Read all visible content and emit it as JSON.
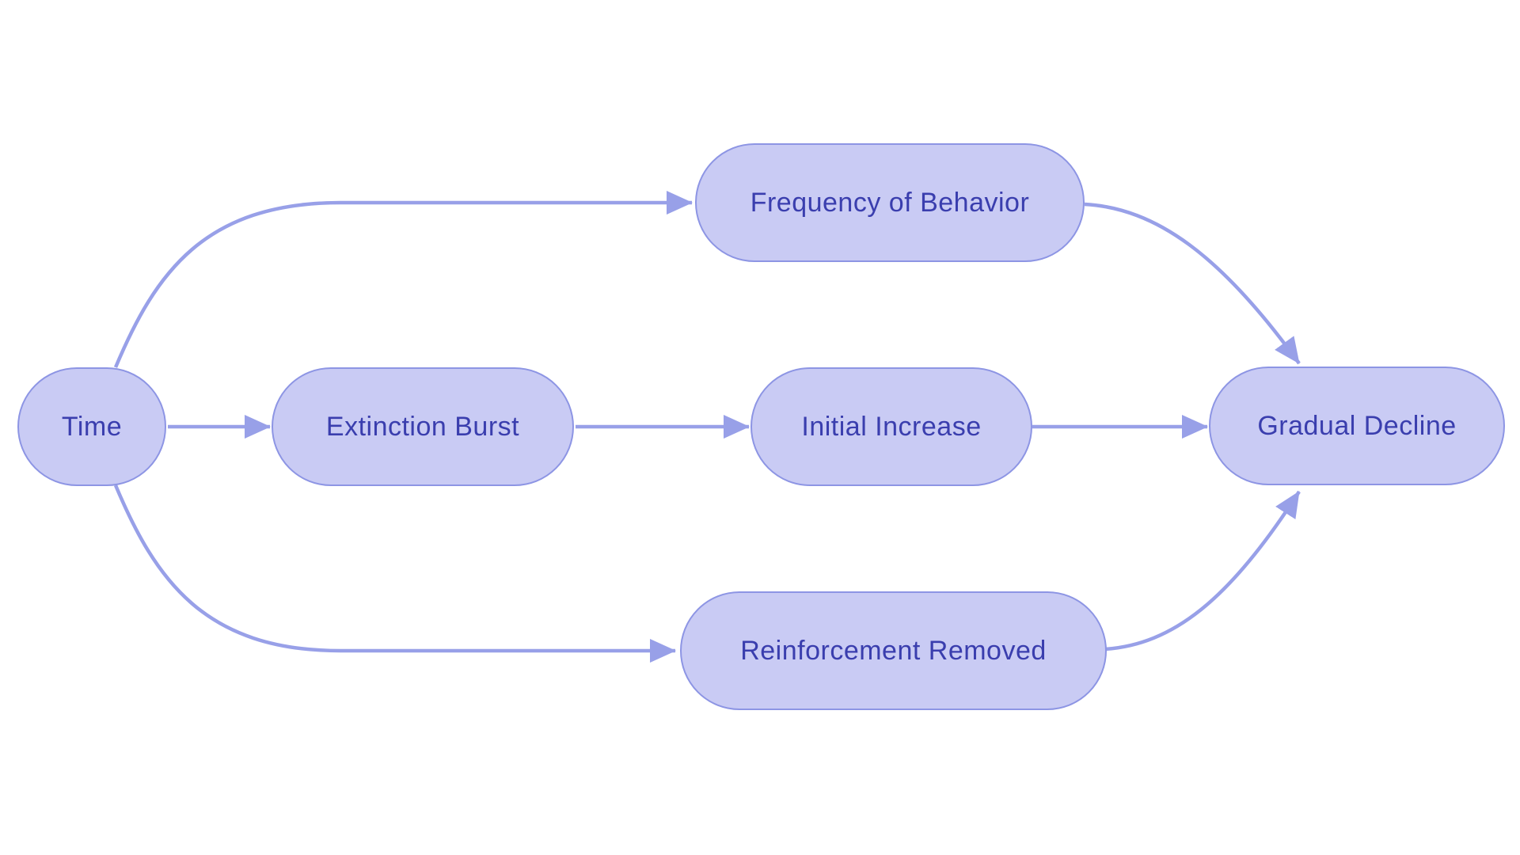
{
  "diagram": {
    "type": "flowchart",
    "colors": {
      "background": "#ffffff",
      "node_fill": "#c9cbf4",
      "node_border": "#8d95e4",
      "edge_color": "#98a0e8",
      "text_color": "#3a3eae"
    },
    "nodes": [
      {
        "id": "time",
        "label": "Time"
      },
      {
        "id": "frequency-of-behavior",
        "label": "Frequency of Behavior"
      },
      {
        "id": "extinction-burst",
        "label": "Extinction Burst"
      },
      {
        "id": "initial-increase",
        "label": "Initial Increase"
      },
      {
        "id": "reinforcement-removed",
        "label": "Reinforcement Removed"
      },
      {
        "id": "gradual-decline",
        "label": "Gradual Decline"
      }
    ],
    "edges": [
      {
        "from": "time",
        "to": "frequency-of-behavior"
      },
      {
        "from": "time",
        "to": "extinction-burst"
      },
      {
        "from": "time",
        "to": "reinforcement-removed"
      },
      {
        "from": "extinction-burst",
        "to": "initial-increase"
      },
      {
        "from": "initial-increase",
        "to": "gradual-decline"
      },
      {
        "from": "frequency-of-behavior",
        "to": "gradual-decline"
      },
      {
        "from": "reinforcement-removed",
        "to": "gradual-decline"
      }
    ]
  }
}
